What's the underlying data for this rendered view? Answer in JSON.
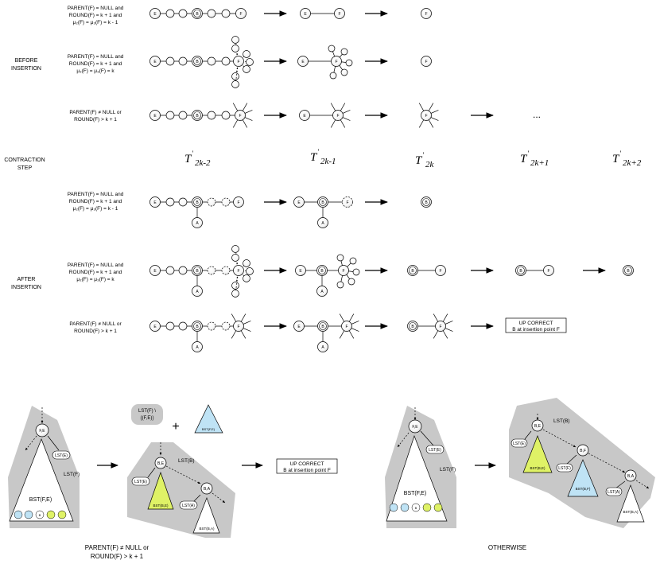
{
  "left_labels": {
    "before": [
      "BEFORE",
      "INSERTION"
    ],
    "contraction": [
      "CONTRACTION",
      "STEP"
    ],
    "after": [
      "AFTER",
      "INSERTION"
    ]
  },
  "conditions": {
    "c1": [
      "PARENT(F) = NULL and",
      "ROUND(F) = k + 1 and",
      "μ₂(F) = μ₃(F) = k - 1"
    ],
    "c2": [
      "PARENT(F) = NULL and",
      "ROUND(F) = k + 1 and",
      "μ₂(F) = μ₃(F) = k"
    ],
    "c3": [
      "PARENT(F) ≠ NULL or",
      "ROUND(F) > k + 1"
    ],
    "c4": [
      "PARENT(F) = NULL and",
      "ROUND(F) = k + 1 and",
      "μ₂(F) = μ₃(F) = k - 1"
    ],
    "c5": [
      "PARENT(F) = NULL and",
      "ROUND(F) = k + 1 and",
      "μ₂(F) = μ₃(F) = k"
    ],
    "c6": [
      "PARENT(F) ≠ NULL or",
      "ROUND(F) > k + 1"
    ]
  },
  "tree_labels": [
    {
      "main": "T",
      "prime": "'",
      "sub": "2k-2"
    },
    {
      "main": "T",
      "prime": "'",
      "sub": "2k-1"
    },
    {
      "main": "T",
      "prime": "'",
      "sub": "2k"
    },
    {
      "main": "T",
      "prime": "'",
      "sub": "2k+1"
    },
    {
      "main": "T",
      "prime": "'",
      "sub": "2k+2"
    }
  ],
  "node_letters": {
    "E": "E",
    "B": "B",
    "F": "F",
    "A": "A"
  },
  "ellipsis": "...",
  "up_correct": [
    "UP CORRECT",
    "B at insertion point F"
  ],
  "bottom": {
    "lst_f_minus": [
      "LST(F) \\",
      "{(F,E)}"
    ],
    "plus": "+",
    "bst_fe_small": "BST(F,E)",
    "fe": "F,E",
    "lst_e": "LST(E)",
    "lst_f": "LST(F)",
    "bst_fe": "BST(F,E)",
    "b": "B",
    "be": "B,E",
    "lst_b": "LST(B)",
    "bst_be": "BST(B,E)",
    "ba": "B,A",
    "lst_a": "LST(A)",
    "bst_ba": "BST(B,A)",
    "bf": "B,F",
    "bst_bf": "BST(B,F)",
    "caption_left": [
      "PARENT(F) ≠ NULL or",
      "ROUND(F) > k + 1"
    ],
    "caption_right": "OTHERWISE"
  },
  "colors": {
    "blue": "#bfe3f5",
    "green": "#dff266",
    "gray": "#c8c8c8"
  }
}
